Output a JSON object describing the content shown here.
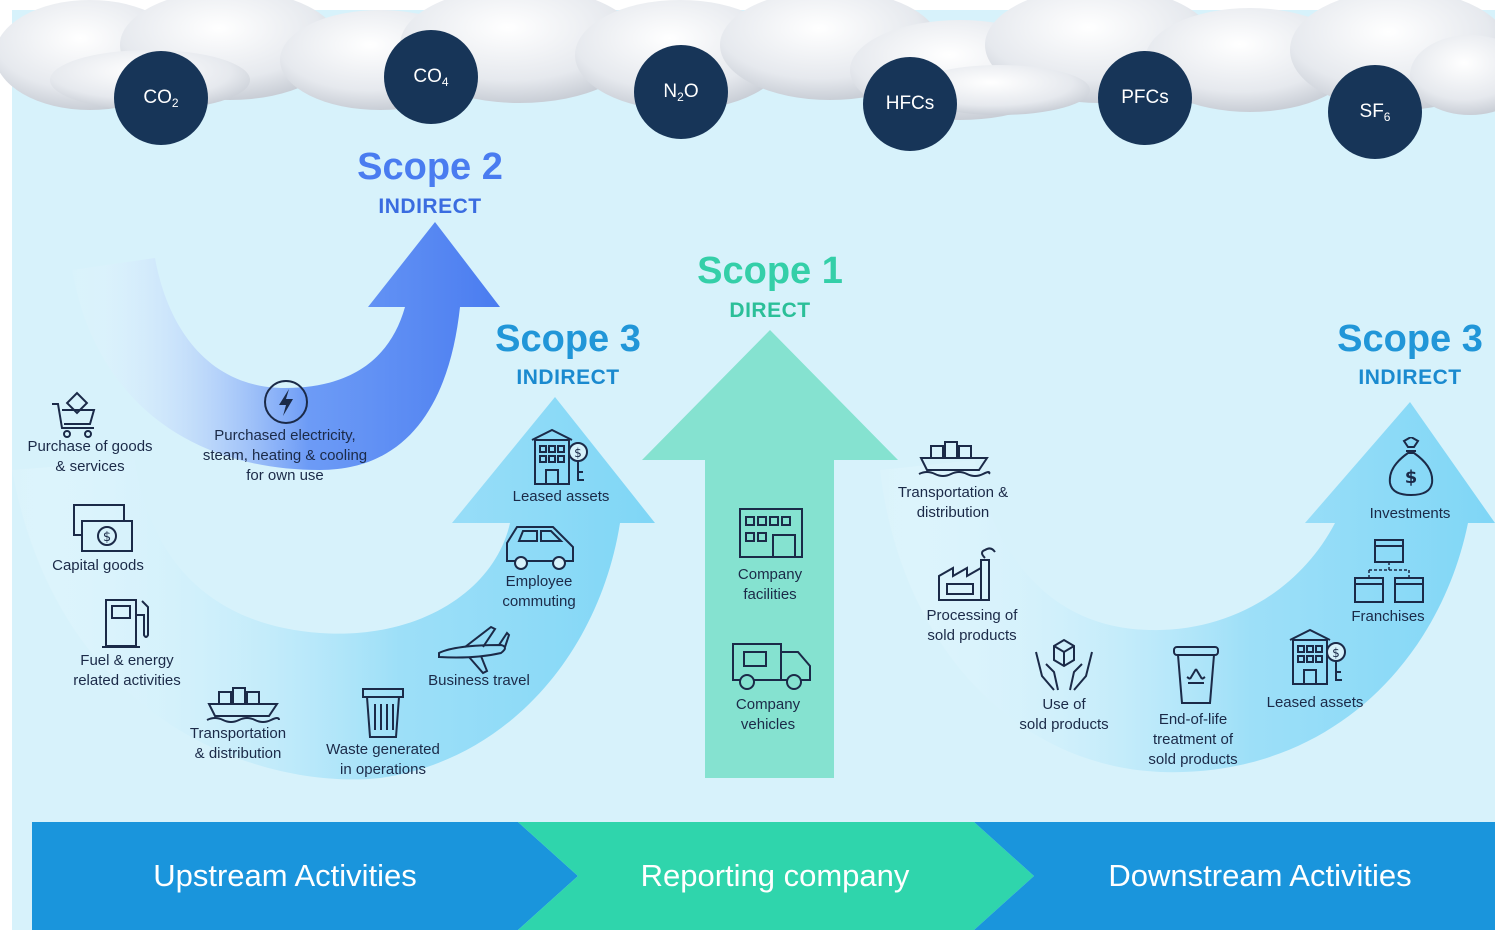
{
  "gases": [
    {
      "base": "CO",
      "sub": "2"
    },
    {
      "base": "CO",
      "sub": "4"
    },
    {
      "base": "N",
      "sub": "2",
      "tail": "O"
    },
    {
      "base": "HFCs",
      "sub": ""
    },
    {
      "base": "PFCs",
      "sub": ""
    },
    {
      "base": "SF",
      "sub": "6"
    }
  ],
  "scopes": {
    "scope2": {
      "title": "Scope 2",
      "subtitle": "INDIRECT",
      "color": "#4a7cf0"
    },
    "scope1": {
      "title": "Scope 1",
      "subtitle": "DIRECT",
      "color": "#34cfa8"
    },
    "scope3_up": {
      "title": "Scope 3",
      "subtitle": "INDIRECT",
      "color": "#2196d8"
    },
    "scope3_down": {
      "title": "Scope 3",
      "subtitle": "INDIRECT",
      "color": "#2196d8"
    }
  },
  "scope2_items": {
    "electricity": "Purchased electricity,\nsteam, heating & cooling\nfor own use"
  },
  "upstream_items": {
    "purchase": "Purchase of goods\n& services",
    "capital": "Capital goods",
    "fuel": "Fuel & energy\nrelated activities",
    "transport": "Transportation\n& distribution",
    "waste": "Waste generated\nin operations",
    "travel": "Business travel",
    "commuting": "Employee\ncommuting",
    "leased": "Leased assets"
  },
  "scope1_items": {
    "facilities": "Company\nfacilities",
    "vehicles": "Company\nvehicles"
  },
  "downstream_items": {
    "transport": "Transportation &\ndistribution",
    "processing": "Processing of\nsold products",
    "use": "Use of\nsold products",
    "eol": "End-of-life\ntreatment of\nsold products",
    "leased": "Leased assets",
    "franchises": "Franchises",
    "investments": "Investments"
  },
  "bands": {
    "upstream": "Upstream Activities",
    "reporting": "Reporting company",
    "downstream": "Downstream Activities"
  },
  "colors": {
    "sky": "#d7f2fb",
    "navy": "#173558",
    "band_blue": "#1a95dc",
    "band_green": "#2fd5ac"
  }
}
